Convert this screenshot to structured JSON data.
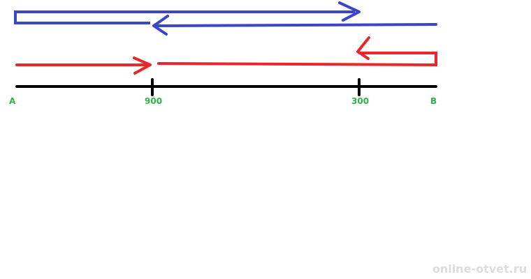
{
  "colors": {
    "background": "#ffffff",
    "line": "#000000",
    "blue_route": "#3a45c8",
    "red_route": "#e8262c",
    "labels": "#2db24a",
    "watermark": "#dcdcdc"
  },
  "axis": {
    "label_start": "A",
    "label_end": "B",
    "tick_left_label": "900",
    "tick_right_label": "300"
  },
  "routes": [
    {
      "color": "blue",
      "description_segments": [
        "A → 300 (top arrow)",
        "B → 900 (lower arrow)"
      ]
    },
    {
      "color": "red",
      "description_segments": [
        "A → 900 arrow",
        "B → 300 hook arrow"
      ]
    }
  ],
  "watermark": "online-otvet.ru"
}
